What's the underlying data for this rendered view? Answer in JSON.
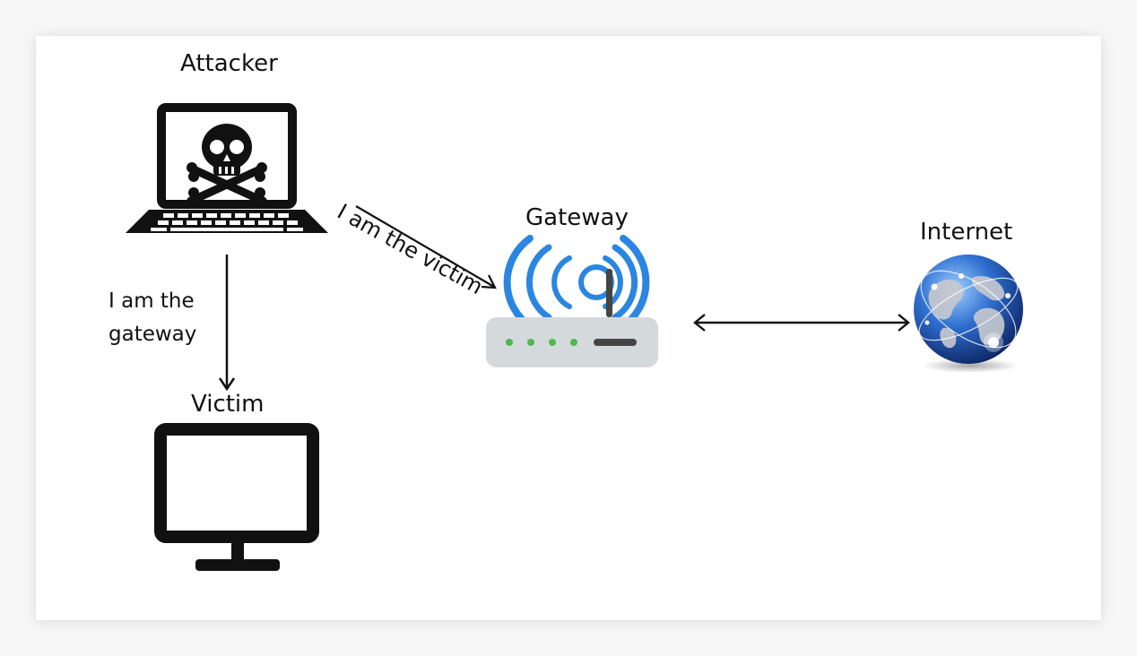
{
  "nodes": {
    "attacker": {
      "label": "Attacker",
      "icon": "laptop-skull-icon"
    },
    "victim": {
      "label": "Victim",
      "icon": "monitor-icon"
    },
    "gateway": {
      "label": "Gateway",
      "icon": "wifi-router-icon"
    },
    "internet": {
      "label": "Internet",
      "icon": "globe-icon"
    }
  },
  "edges": {
    "attacker_to_victim": {
      "label_line1": "I am the",
      "label_line2": "gateway"
    },
    "attacker_to_gateway": {
      "label": "I am the victim"
    }
  },
  "colors": {
    "wifi_waves": "#2a86e0",
    "router_body": "#d4d9dc",
    "router_leds": "#4fb84f",
    "ink": "#111111"
  }
}
